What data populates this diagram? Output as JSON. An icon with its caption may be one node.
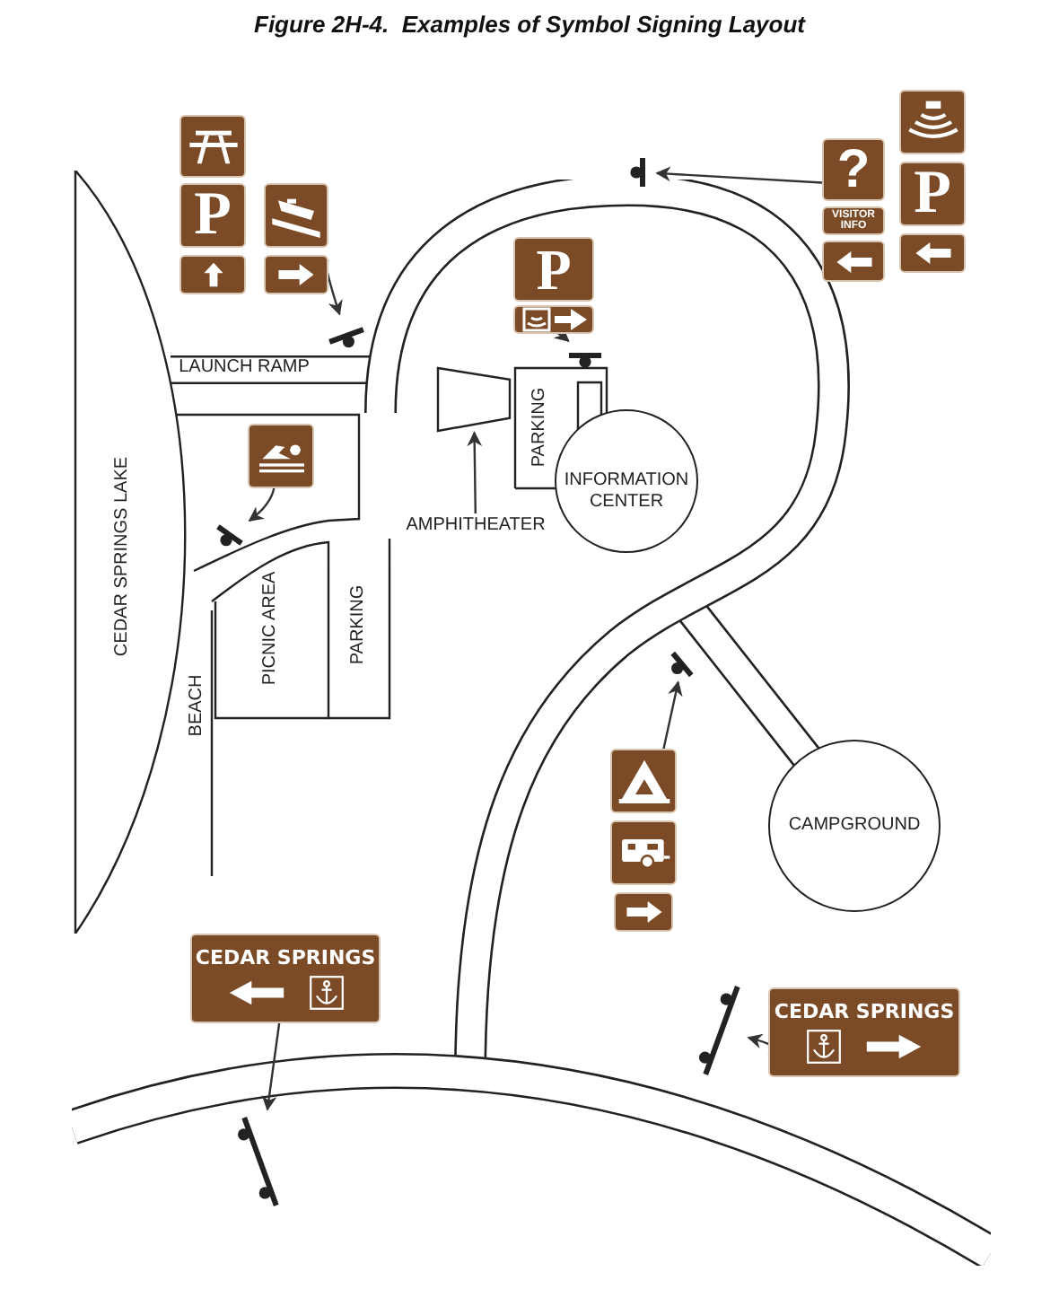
{
  "diagram": {
    "title": "Figure 2H-4.  Examples of Symbol Signing Layout",
    "nodes": [
      {
        "text": [
          "P"
        ]
      },
      {
        "text": [],
        "shape": "post"
      },
      {
        "text": [
          "P"
        ]
      },
      {
        "text": [],
        "shape": "post"
      },
      {
        "text": [
          "?",
          "VISITOR INFO",
          "P"
        ]
      },
      {
        "text": [],
        "shape": "post"
      },
      {
        "text": [
          "CEDAR SPRINGS LAKE"
        ]
      },
      {
        "text": [],
        "shape": "sign"
      },
      {
        "text": [],
        "shape": "post"
      },
      {
        "text": [],
        "shape": "trapezoid"
      },
      {
        "text": [
          "AMPHITHEATER"
        ]
      },
      {
        "text": [
          "INFORMATION CENTER"
        ]
      },
      {
        "text": [],
        "shape": "post"
      },
      {
        "text": [],
        "shape": "sign"
      },
      {
        "text": [
          "CAMPGROUND"
        ]
      },
      {
        "text": [
          "CEDAR SPRINGS"
        ]
      },
      {
        "text": [],
        "shape": "post"
      },
      {
        "text": [
          "CEDAR SPRINGS"
        ]
      },
      {
        "text": [],
        "shape": "post"
      }
    ],
    "edges": [
      {
        "from": 0,
        "to": 1,
        "arrow": "to"
      },
      {
        "from": 2,
        "to": 3,
        "arrow": "to"
      },
      {
        "from": 4,
        "to": 5,
        "arrow": "to"
      },
      {
        "from": 7,
        "to": 8,
        "arrow": "to"
      },
      {
        "from": 10,
        "to": 9,
        "arrow": "to"
      },
      {
        "from": 13,
        "to": 12,
        "arrow": "to"
      },
      {
        "from": 15,
        "to": 16,
        "arrow": "to"
      },
      {
        "from": 17,
        "to": 18,
        "arrow": "to"
      }
    ],
    "labels": [
      "LAUNCH RAMP",
      "PARKING",
      "PICNIC AREA",
      "PARKING",
      "BEACH"
    ]
  }
}
